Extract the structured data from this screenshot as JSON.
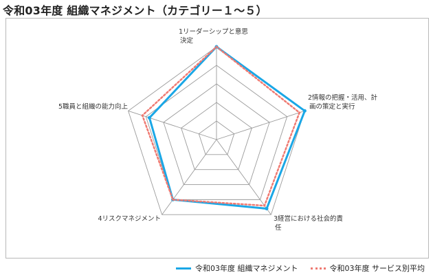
{
  "title": "令和03年度 組織マネジメント（カテゴリー１～５）",
  "chart_data": {
    "type": "radar",
    "categories": [
      [
        "1リーダーシップと意思",
        "決定"
      ],
      [
        "2情報の把握・活用、計",
        "画の策定と実行"
      ],
      [
        "3経営における社会的責",
        "任"
      ],
      [
        "4リスクマネジメント"
      ],
      [
        "5職員と組織の能力向上"
      ]
    ],
    "range": [
      0,
      5
    ],
    "grid_levels": 5,
    "series": [
      {
        "name": "令和03年度 組織マネジメント",
        "values": [
          5.0,
          5.0,
          4.6,
          4.0,
          3.8
        ],
        "color": "#1aa7e6",
        "style": "solid"
      },
      {
        "name": "令和03年度 サービス別平均",
        "values": [
          5.0,
          4.7,
          4.4,
          4.0,
          4.2
        ],
        "color": "#ef7a72",
        "style": "dotted"
      }
    ],
    "legend_position": "bottom-right"
  }
}
